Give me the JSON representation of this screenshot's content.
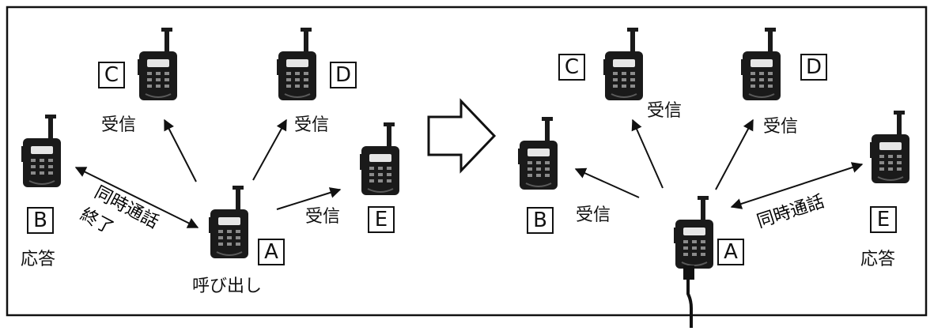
{
  "left_panel": {
    "radios": {
      "A": "A",
      "B": "B",
      "C": "C",
      "D": "D",
      "E": "E"
    },
    "labels": {
      "c_receive": "受信",
      "d_receive": "受信",
      "e_receive": "受信",
      "b_respond": "応答",
      "a_call": "呼び出し",
      "simul_end_1": "同時通話",
      "simul_end_2": "終了"
    }
  },
  "right_panel": {
    "radios": {
      "A": "A",
      "B": "B",
      "C": "C",
      "D": "D",
      "E": "E"
    },
    "labels": {
      "c_receive": "受信",
      "d_receive": "受信",
      "b_receive": "受信",
      "e_respond": "応答",
      "simul": "同時通話"
    }
  },
  "colors": {
    "line": "#111111",
    "radio_body": "#1a1a1a",
    "background": "#ffffff"
  }
}
